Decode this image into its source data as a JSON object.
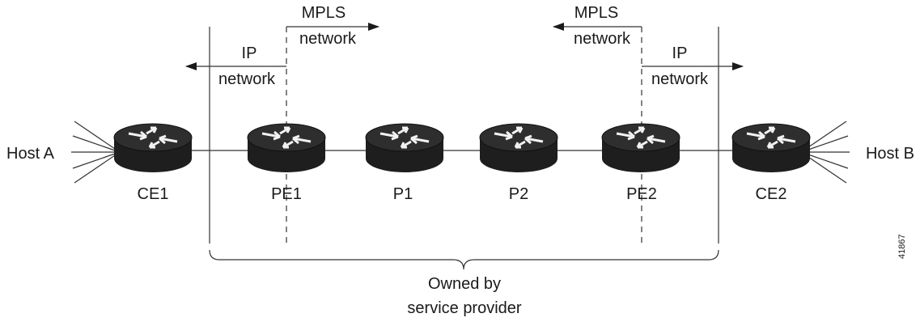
{
  "hosts": {
    "left": "Host A",
    "right": "Host B"
  },
  "routers": [
    "CE1",
    "PE1",
    "P1",
    "P2",
    "PE2",
    "CE2"
  ],
  "regions": {
    "left_ip": [
      "IP",
      "network"
    ],
    "left_mpls": [
      "MPLS",
      "network"
    ],
    "right_mpls": [
      "MPLS",
      "network"
    ],
    "right_ip": [
      "IP",
      "network"
    ]
  },
  "brace_label": [
    "Owned by",
    "service provider"
  ],
  "figure_id": "41867",
  "colors": {
    "router_body": "#1e1e1e",
    "router_top": "#2e2e2e",
    "router_arrow": "#f2f2f2",
    "line": "#333333"
  },
  "icon": "router-icon"
}
